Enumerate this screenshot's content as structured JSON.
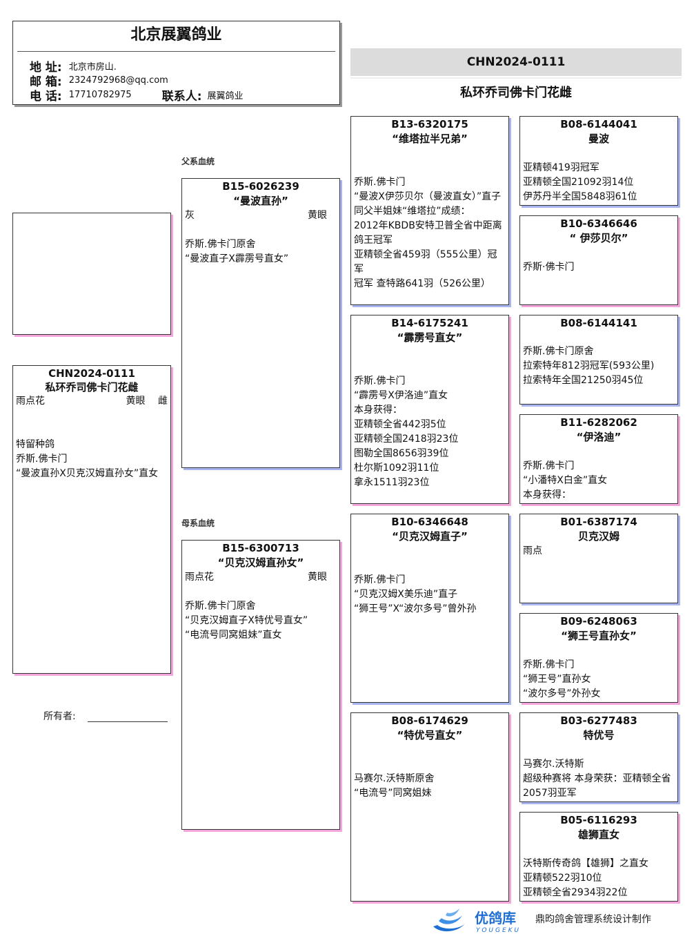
{
  "header": {
    "company": "北京展翼鸽业",
    "address_label": "地 址:",
    "address": "北京市房山.",
    "email_label": "邮 箱:",
    "email": "2324792968@qq.com",
    "phone_label": "电 话:",
    "phone": "17710782975",
    "contact_label": "联系人:",
    "contact": "展翼鸽业"
  },
  "top": {
    "ring": "CHN2024-0111",
    "name": "私环乔司佛卡门花雌"
  },
  "labels": {
    "sire_line": "父系血统",
    "dam_line": "母系血统",
    "owner": "所有者:"
  },
  "subject": {
    "ring": "CHN2024-0111",
    "name": "私环乔司佛卡门花雌",
    "color": "雨点花",
    "eye": "黄眼",
    "sex": "雌",
    "lines": [
      "",
      "",
      "特留种鸽",
      "乔斯.佛卡门",
      "“曼波直孙X贝克汉姆直孙女”直女"
    ]
  },
  "sire": {
    "ring": "B15-6026239",
    "name": "“曼波直孙”",
    "color": "灰",
    "eye": "黄眼",
    "lines": [
      "",
      "乔斯.佛卡门原舍",
      "“曼波直子X霹雳号直女”"
    ]
  },
  "dam": {
    "ring": "B15-6300713",
    "name": "“贝克汉姆直孙女”",
    "color": "雨点花",
    "eye": "黄眼",
    "lines": [
      "",
      "乔斯.佛卡门原舍",
      "“贝克汉姆直子X特优号直女”",
      "“电流号同窝姐妹”直女"
    ]
  },
  "gp": [
    {
      "ring": "B13-6320175",
      "name": "“维塔拉半兄弟”",
      "lines": [
        "",
        "",
        "乔斯.佛卡门",
        "“曼波X伊莎贝尔（曼波直女）”直子",
        "同父半姐妹“维塔拉”成绩：",
        "2012年KBDB安特卫普全省中距离鸽王冠军",
        "亚精顿全省459羽（555公里）冠军",
        "冠军 查特路641羽（526公里）"
      ]
    },
    {
      "ring": "B14-6175241",
      "name": "“霹雳号直女”",
      "lines": [
        "",
        "",
        "乔斯.佛卡门",
        "“霹雳号X伊洛迪”直女",
        "本身获得：",
        "亚精顿全省442羽5位",
        "亚精顿全国2418羽23位",
        "图勒全国8656羽39位",
        "杜尔斯1092羽11位",
        "拿永1511羽23位"
      ]
    },
    {
      "ring": "B10-6346648",
      "name": "“贝克汉姆直子”",
      "lines": [
        "",
        "",
        "乔斯.佛卡门",
        "“贝克汉姆X美乐迪”直子",
        "“狮王号”X“波尔多号”曾外孙"
      ]
    },
    {
      "ring": "B08-6174629",
      "name": "“特优号直女”",
      "lines": [
        "",
        "",
        "马赛尔.沃特斯原舍",
        "“电流号”同窝姐妹"
      ]
    }
  ],
  "ggp": [
    {
      "ring": "B08-6144041",
      "name": "曼波",
      "lines": [
        "",
        "亚精顿419羽冠军",
        "亚精顿全国21092羽14位",
        "伊苏丹半全国5848羽61位"
      ]
    },
    {
      "ring": "B10-6346646",
      "name": "“ 伊莎贝尔”",
      "lines": [
        "",
        "乔斯·佛卡门"
      ]
    },
    {
      "ring": "B08-6144141",
      "name": "",
      "lines": [
        "",
        "",
        "乔斯.佛卡门原舍",
        "拉索特年812羽冠军(593公里)",
        "拉索特年全国21250羽45位"
      ]
    },
    {
      "ring": "B11-6282062",
      "name": "“伊洛迪”",
      "lines": [
        "",
        "乔斯.佛卡门",
        "“小潘特X白金”直女",
        "本身获得："
      ]
    },
    {
      "ring": "B01-6387174",
      "name": "贝克汉姆",
      "lines": [
        "雨点"
      ]
    },
    {
      "ring": "B09-6248063",
      "name": "“狮王号直孙女”",
      "lines": [
        "",
        "乔斯.佛卡门",
        "“狮王号”直孙女",
        "“波尔多号”外孙女"
      ]
    },
    {
      "ring": "B03-6277483",
      "name": "特优号",
      "lines": [
        "",
        "马赛尔.沃特斯",
        "超级种赛将 本身荣获：亚精顿全省2057羽亚军"
      ]
    },
    {
      "ring": "B05-6116293",
      "name": "雄狮直女",
      "lines": [
        "",
        "沃特斯传奇鸽【雄狮】之直女",
        "亚精顿522羽10位",
        "亚精顿全省2934羽22位"
      ]
    }
  ],
  "footer": {
    "brand": "优鸽库",
    "brand_en": "YOUGEKU",
    "tagline": "鼎昀鸽舍管理系统设计制作"
  },
  "colors": {
    "shadow_blue": "#a9b4ee",
    "shadow_pink": "#f3a7dc",
    "banner_gray": "#dcdcdc",
    "logo_blue": "#1f6fd1"
  }
}
